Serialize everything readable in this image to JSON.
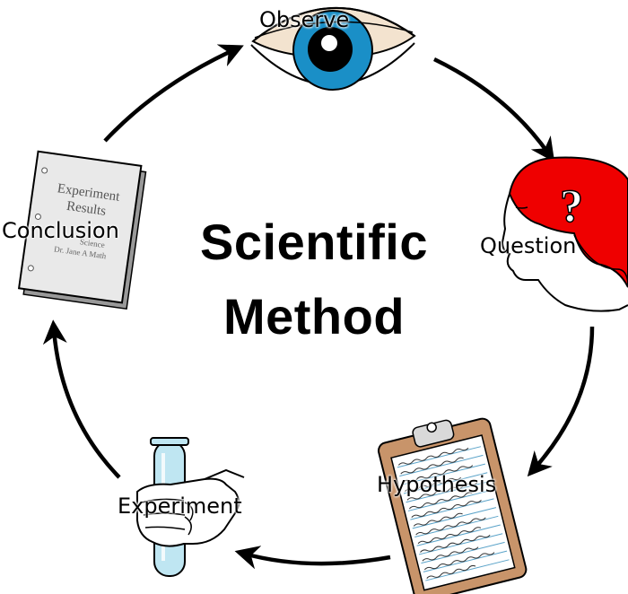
{
  "title": {
    "line1": "Scientific",
    "line2": "Method"
  },
  "steps": [
    {
      "id": "observe",
      "label": "Observe",
      "icon": "eye-icon"
    },
    {
      "id": "question",
      "label": "Question",
      "icon": "head-question-icon"
    },
    {
      "id": "hypothesis",
      "label": "Hypothesis",
      "icon": "clipboard-icon"
    },
    {
      "id": "experiment",
      "label": "Experiment",
      "icon": "test-tube-hand-icon"
    },
    {
      "id": "conclusion",
      "label": "Conclusion",
      "icon": "report-book-icon"
    }
  ],
  "report_book": {
    "line1": "Experiment",
    "line2": "Results",
    "line3": "Science",
    "author": "Dr. Jane A Math"
  },
  "question_mark": "?",
  "colors": {
    "iris": "#1a8fc7",
    "lid": "#f3e3cf",
    "head_red": "#ef0000",
    "clipboard_brown": "#c8946a",
    "tube_blue": "#bfe6f2",
    "arrow": "#000000"
  }
}
